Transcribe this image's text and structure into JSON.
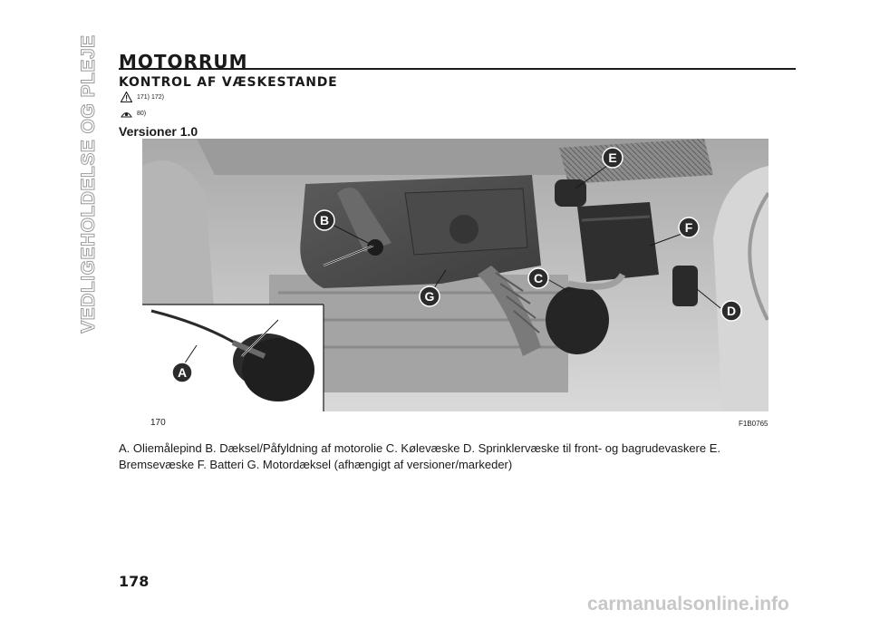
{
  "side_tab": {
    "label": "VEDLIGEHOLDELSE OG PLEJE"
  },
  "header": {
    "title": "MOTORRUM",
    "subtitle": "KONTROL AF VÆSKESTANDE"
  },
  "refs": {
    "warning_refs": "171)  172)",
    "note_refs": "80)"
  },
  "section": {
    "heading": "Versioner 1.0"
  },
  "figure": {
    "number": "170",
    "code": "F1B0765",
    "callouts": [
      "A",
      "B",
      "C",
      "D",
      "E",
      "F",
      "G"
    ]
  },
  "description": {
    "line1": "A. Oliemålepind B. Dæksel/Påfyldning af motorolie C. Kølevæske D. Sprinklervæske til front- og bagrudevaskere E.",
    "line2": "Bremsevæske F. Batteri G. Motordæksel (afhængigt af versioner/markeder)"
  },
  "footer": {
    "page_number": "178",
    "watermark": "carmanualsonline.info"
  },
  "colors": {
    "callout_fill": "#2b2b2b",
    "callout_text": "#ffffff"
  }
}
